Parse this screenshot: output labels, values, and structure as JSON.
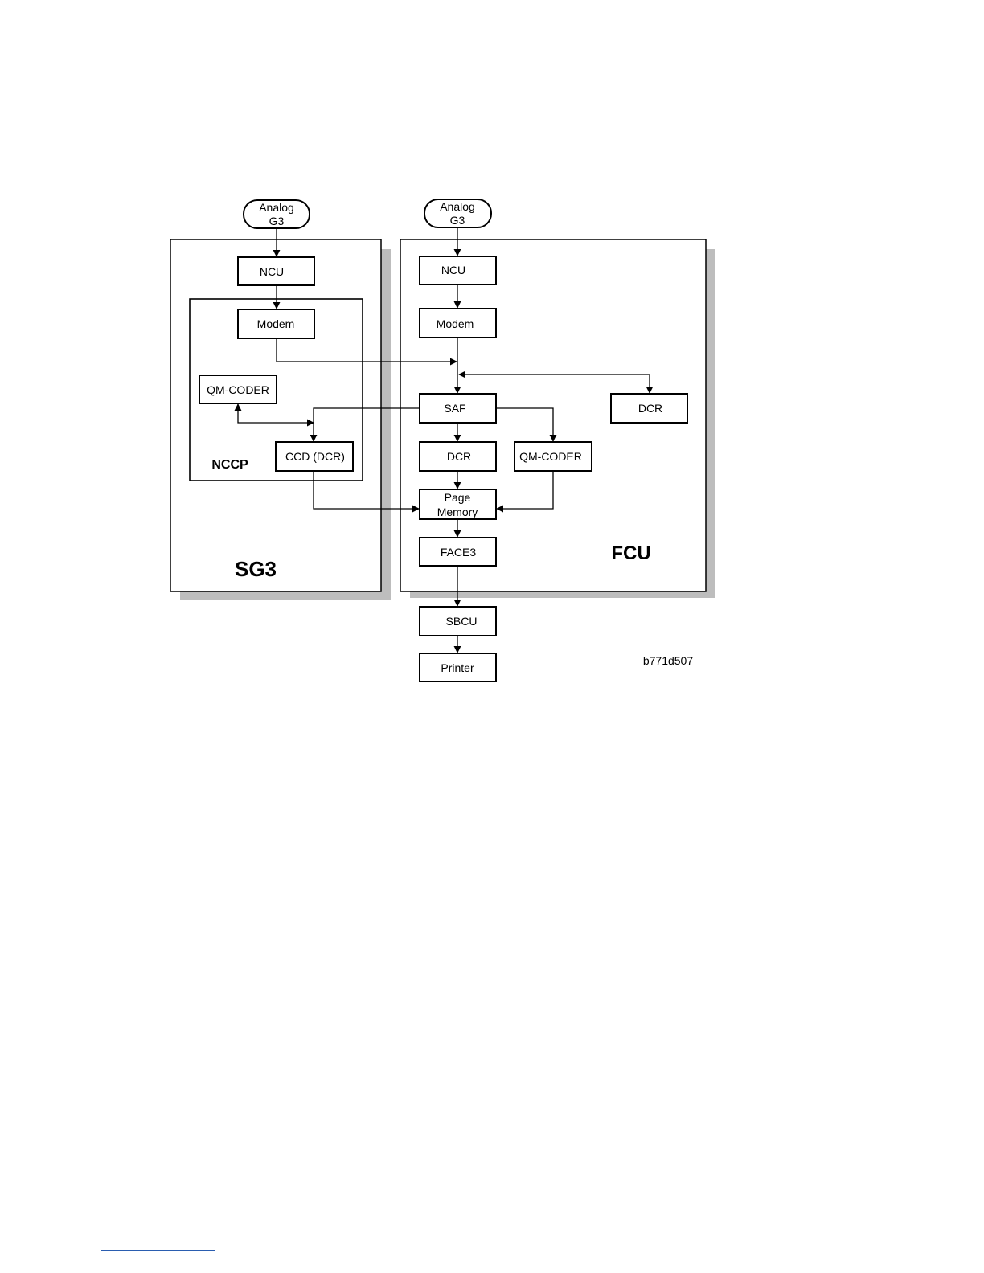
{
  "diagram": {
    "sg3": {
      "title": "SG3",
      "input": [
        "Analog",
        "G3"
      ],
      "ncu": "NCU",
      "nccp": {
        "label": "NCCP",
        "modem": "Modem",
        "qm_coder": "QM-CODER",
        "ccd": "CCD (DCR)"
      }
    },
    "fcu": {
      "title": "FCU",
      "input": [
        "Analog",
        "G3"
      ],
      "ncu": "NCU",
      "modem": "Modem",
      "saf": "SAF",
      "dcr_right": "DCR",
      "dcr": "DCR",
      "qm_coder": "QM-CODER",
      "page_memory": [
        "Page",
        "Memory"
      ],
      "face3": "FACE3"
    },
    "sbcu": "SBCU",
    "printer": "Printer",
    "figure_id": "b771d507"
  }
}
